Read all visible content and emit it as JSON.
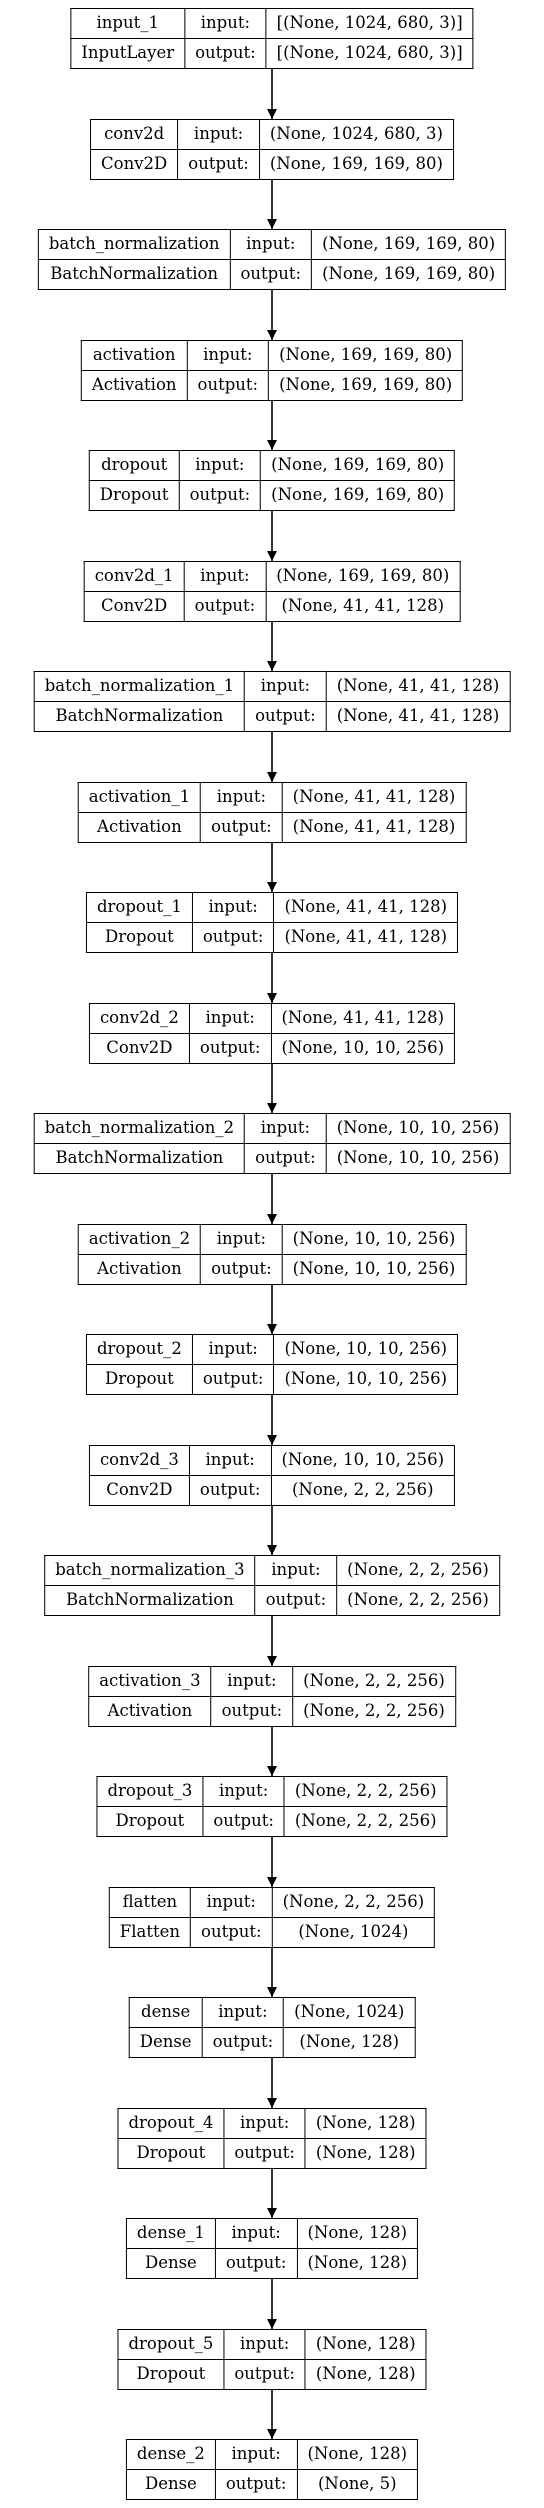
{
  "diagram": {
    "type": "keras-model-plot",
    "layers": [
      {
        "name": "input_1",
        "class": "InputLayer",
        "input": "[(None, 1024, 680, 3)]",
        "output": "[(None, 1024, 680, 3)]"
      },
      {
        "name": "conv2d",
        "class": "Conv2D",
        "input": "(None, 1024, 680, 3)",
        "output": "(None, 169, 169, 80)"
      },
      {
        "name": "batch_normalization",
        "class": "BatchNormalization",
        "input": "(None, 169, 169, 80)",
        "output": "(None, 169, 169, 80)"
      },
      {
        "name": "activation",
        "class": "Activation",
        "input": "(None, 169, 169, 80)",
        "output": "(None, 169, 169, 80)"
      },
      {
        "name": "dropout",
        "class": "Dropout",
        "input": "(None, 169, 169, 80)",
        "output": "(None, 169, 169, 80)"
      },
      {
        "name": "conv2d_1",
        "class": "Conv2D",
        "input": "(None, 169, 169, 80)",
        "output": "(None, 41, 41, 128)"
      },
      {
        "name": "batch_normalization_1",
        "class": "BatchNormalization",
        "input": "(None, 41, 41, 128)",
        "output": "(None, 41, 41, 128)"
      },
      {
        "name": "activation_1",
        "class": "Activation",
        "input": "(None, 41, 41, 128)",
        "output": "(None, 41, 41, 128)"
      },
      {
        "name": "dropout_1",
        "class": "Dropout",
        "input": "(None, 41, 41, 128)",
        "output": "(None, 41, 41, 128)"
      },
      {
        "name": "conv2d_2",
        "class": "Conv2D",
        "input": "(None, 41, 41, 128)",
        "output": "(None, 10, 10, 256)"
      },
      {
        "name": "batch_normalization_2",
        "class": "BatchNormalization",
        "input": "(None, 10, 10, 256)",
        "output": "(None, 10, 10, 256)"
      },
      {
        "name": "activation_2",
        "class": "Activation",
        "input": "(None, 10, 10, 256)",
        "output": "(None, 10, 10, 256)"
      },
      {
        "name": "dropout_2",
        "class": "Dropout",
        "input": "(None, 10, 10, 256)",
        "output": "(None, 10, 10, 256)"
      },
      {
        "name": "conv2d_3",
        "class": "Conv2D",
        "input": "(None, 10, 10, 256)",
        "output": "(None, 2, 2, 256)"
      },
      {
        "name": "batch_normalization_3",
        "class": "BatchNormalization",
        "input": "(None, 2, 2, 256)",
        "output": "(None, 2, 2, 256)"
      },
      {
        "name": "activation_3",
        "class": "Activation",
        "input": "(None, 2, 2, 256)",
        "output": "(None, 2, 2, 256)"
      },
      {
        "name": "dropout_3",
        "class": "Dropout",
        "input": "(None, 2, 2, 256)",
        "output": "(None, 2, 2, 256)"
      },
      {
        "name": "flatten",
        "class": "Flatten",
        "input": "(None, 2, 2, 256)",
        "output": "(None, 1024)"
      },
      {
        "name": "dense",
        "class": "Dense",
        "input": "(None, 1024)",
        "output": "(None, 128)"
      },
      {
        "name": "dropout_4",
        "class": "Dropout",
        "input": "(None, 128)",
        "output": "(None, 128)"
      },
      {
        "name": "dense_1",
        "class": "Dense",
        "input": "(None, 128)",
        "output": "(None, 128)"
      },
      {
        "name": "dropout_5",
        "class": "Dropout",
        "input": "(None, 128)",
        "output": "(None, 128)"
      },
      {
        "name": "dense_2",
        "class": "Dense",
        "input": "(None, 128)",
        "output": "(None, 5)"
      }
    ],
    "labels": {
      "input": "input:",
      "output": "output:"
    }
  }
}
